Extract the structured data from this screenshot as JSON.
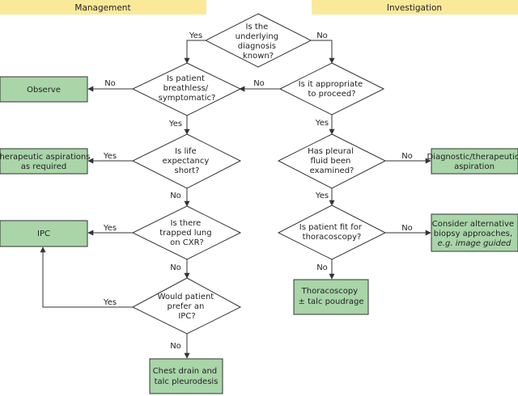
{
  "headers": {
    "management": "Management",
    "investigation": "Investigation"
  },
  "colors": {
    "header_band": "#fbe99a",
    "action_box": "#a9d5a9",
    "decision": "#ffffff",
    "line": "#333333"
  },
  "nodes": {
    "q_diagnosis_known": [
      "Is the",
      "underlying",
      "diagnosis",
      "known?"
    ],
    "q_breathless": [
      "Is patient",
      "breathless/",
      "symptomatic?"
    ],
    "q_appropriate": [
      "Is it appropriate",
      "to proceed?"
    ],
    "a_observe": [
      "Observe"
    ],
    "q_life_expectancy": [
      "Is life",
      "expectancy",
      "short?"
    ],
    "a_therapeutic": [
      "Therapeutic aspirations",
      "as required"
    ],
    "q_pleural_fluid": [
      "Has pleural",
      "fluid been",
      "examined?"
    ],
    "a_diagnostic": [
      "Diagnostic/therapeutic",
      "aspiration"
    ],
    "q_trapped_lung": [
      "Is there",
      "trapped lung",
      "on CXR?"
    ],
    "a_ipc": [
      "IPC"
    ],
    "q_fit_thoracoscopy": [
      "Is patient fit for",
      "thoracoscopy?"
    ],
    "a_alternative": [
      "Consider alternative",
      "biopsy approaches,",
      "e.g. image guided"
    ],
    "a_thoracoscopy": [
      "Thoracoscopy",
      "± talc poudrage"
    ],
    "q_prefer_ipc": [
      "Would patient",
      "prefer an",
      "IPC?"
    ],
    "a_chest_drain": [
      "Chest drain and",
      "talc pleurodesis"
    ]
  },
  "edge_labels": {
    "diag_yes": "Yes",
    "diag_no": "No",
    "appropriate_no": "No",
    "breathless_no": "No",
    "breathless_yes": "Yes",
    "appropriate_yes": "Yes",
    "life_yes": "Yes",
    "life_no": "No",
    "pleural_no": "No",
    "pleural_yes": "Yes",
    "trapped_yes": "Yes",
    "trapped_no": "No",
    "fit_no_right": "No",
    "fit_no_down": "No",
    "prefer_yes": "Yes",
    "prefer_no": "No"
  }
}
